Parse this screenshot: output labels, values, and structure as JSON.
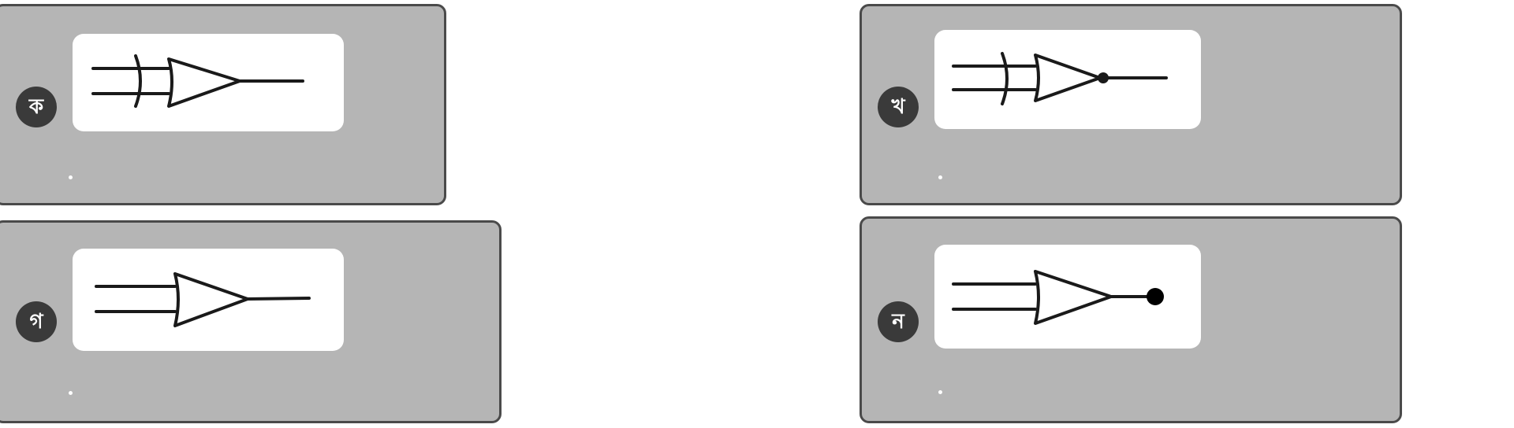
{
  "options": [
    {
      "label": "ক",
      "gate_symbol": "xor-gate-icon"
    },
    {
      "label": "খ",
      "gate_symbol": "xnor-gate-icon"
    },
    {
      "label": "গ",
      "gate_symbol": "and-gate-icon"
    },
    {
      "label": "ন",
      "gate_symbol": "nand-gate-icon"
    }
  ],
  "colors": {
    "card_background": "#b5b5b5",
    "card_border": "#4a4a4a",
    "badge_background": "#3a3a3a",
    "panel_background": "#ffffff",
    "stroke": "#1a1a1a"
  }
}
